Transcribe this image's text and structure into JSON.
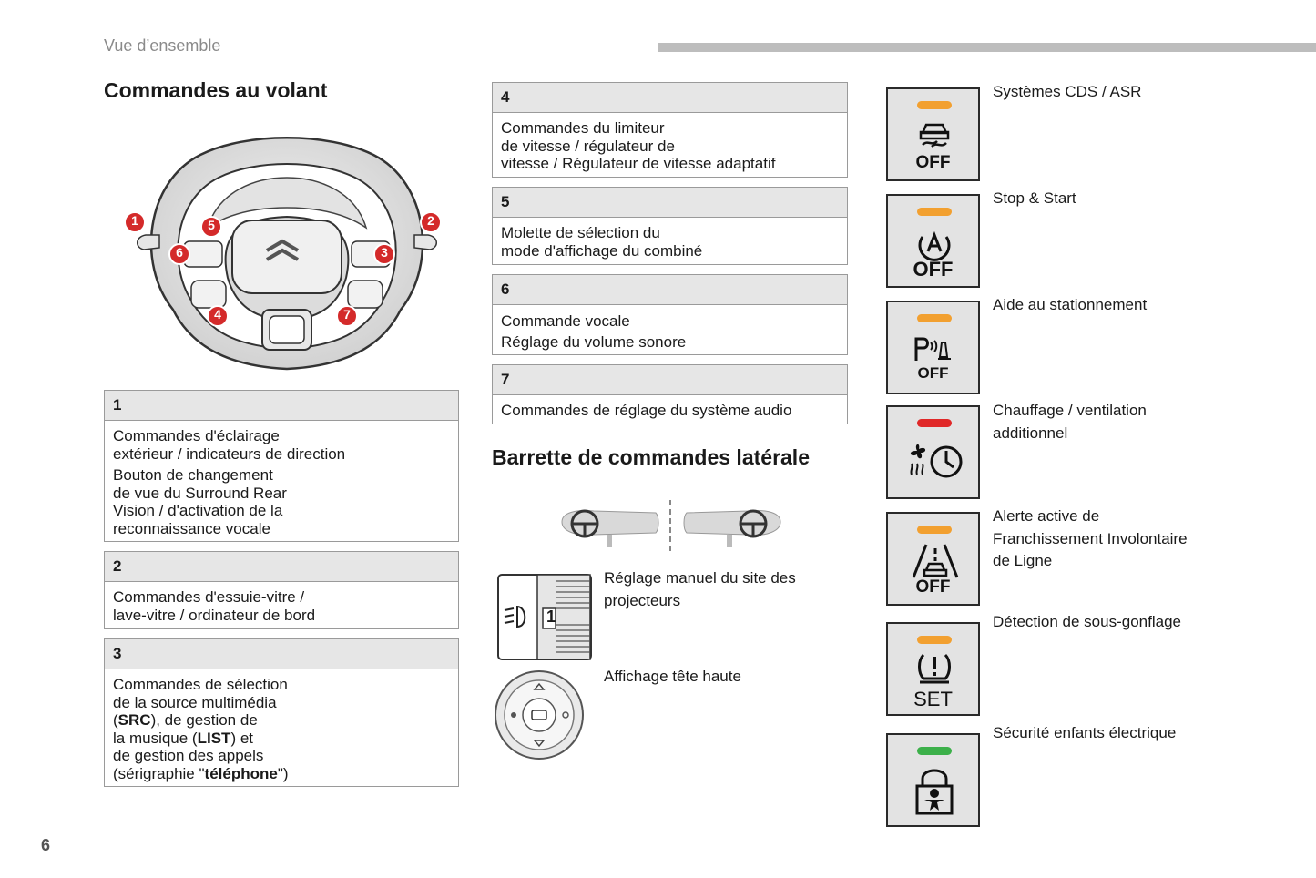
{
  "header": {
    "section": "Vue d’ensemble"
  },
  "page_number": "6",
  "steering": {
    "title": "Commandes au volant",
    "callouts": [
      "1",
      "2",
      "3",
      "4",
      "5",
      "6",
      "7"
    ],
    "boxes": [
      {
        "num": "1",
        "lines": [
          "Commandes d'éclairage\nextérieur / indicateurs de direction",
          "Bouton de changement\nde vue du Surround Rear\nVision / d'activation de la\nreconnaissance vocale"
        ]
      },
      {
        "num": "2",
        "lines": [
          "Commandes d'essuie-vitre /\nlave-vitre / ordinateur de bord"
        ]
      },
      {
        "num": "3",
        "pre": "Commandes de sélection\nde la source multimédia\n(",
        "src": "SRC",
        "mid1": "), de gestion de\nla musique (",
        "list": "LIST",
        "mid2": ") et\nde gestion des appels\n(sérigraphie \"",
        "tel": "téléphone",
        "post": "\")"
      },
      {
        "num": "4",
        "lines": [
          "Commandes du limiteur\nde vitesse / régulateur de\nvitesse / Régulateur de vitesse adaptatif"
        ]
      },
      {
        "num": "5",
        "lines": [
          "Molette de sélection du\nmode d'affichage du combiné"
        ]
      },
      {
        "num": "6",
        "lines": [
          "Commande vocale\nRéglage du volume sonore"
        ]
      },
      {
        "num": "7",
        "lines": [
          "Commandes de réglage du système audio"
        ]
      }
    ]
  },
  "side_bar": {
    "title": "Barrette de commandes latérale",
    "items": [
      {
        "label": "Réglage manuel du site des\nprojecteurs",
        "icon": "headlamp-adjust-icon",
        "dial_value": "1"
      },
      {
        "label": "Affichage tête haute",
        "icon": "hud-control-icon"
      }
    ]
  },
  "buttons": [
    {
      "label": "Systèmes CDS / ASR",
      "led": "#f2a030",
      "icon": "cds-asr-off-icon",
      "text": "OFF"
    },
    {
      "label": "Stop & Start",
      "led": "#f2a030",
      "icon": "stop-start-off-icon",
      "text": "OFF"
    },
    {
      "label": "Aide au stationnement",
      "led": "#f2a030",
      "icon": "parking-aid-off-icon",
      "text": "OFF"
    },
    {
      "label": "Chauffage / ventilation\nadditionnel",
      "led": "#e02828",
      "icon": "heater-timer-icon",
      "text": ""
    },
    {
      "label": "Alerte active de\nFranchissement Involontaire\nde Ligne",
      "led": "#f2a030",
      "icon": "lane-departure-off-icon",
      "text": "OFF"
    },
    {
      "label": "Détection de sous-gonflage",
      "led": "#f2a030",
      "icon": "tyre-pressure-set-icon",
      "text": "SET"
    },
    {
      "label": "Sécurité enfants électrique",
      "led": "#3cb04a",
      "icon": "child-lock-icon",
      "text": ""
    }
  ]
}
